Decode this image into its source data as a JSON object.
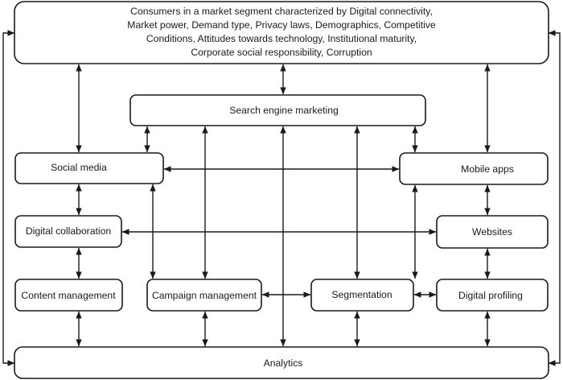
{
  "nodes": {
    "consumers": {
      "lines": [
        "Consumers in a market segment characterized by Digital connectivity,",
        "Market power, Demand type, Privacy laws, Demographics, Competitive",
        "Conditions, Attitudes towards technology, Institutional maturity,",
        "Corporate social responsibility, Corruption"
      ]
    },
    "search_engine_marketing": {
      "label": "Search engine marketing"
    },
    "social_media": {
      "label": "Social media"
    },
    "mobile_apps": {
      "label": "Mobile apps"
    },
    "digital_collaboration": {
      "label": "Digital collaboration"
    },
    "websites": {
      "label": "Websites"
    },
    "content_management": {
      "label": "Content management"
    },
    "campaign_management": {
      "label": "Campaign management"
    },
    "segmentation": {
      "label": "Segmentation"
    },
    "digital_profiling": {
      "label": "Digital profiling"
    },
    "analytics": {
      "label": "Analytics"
    }
  },
  "edges": [
    {
      "from": "consumers",
      "to": "social_media",
      "bidirectional": true
    },
    {
      "from": "consumers",
      "to": "search_engine_marketing",
      "bidirectional": true
    },
    {
      "from": "consumers",
      "to": "mobile_apps",
      "bidirectional": true
    },
    {
      "from": "consumers",
      "to": "analytics",
      "bidirectional": true
    },
    {
      "from": "search_engine_marketing",
      "to": "social_media",
      "bidirectional": true
    },
    {
      "from": "search_engine_marketing",
      "to": "mobile_apps",
      "bidirectional": true
    },
    {
      "from": "search_engine_marketing",
      "to": "campaign_management",
      "bidirectional": true
    },
    {
      "from": "search_engine_marketing",
      "to": "segmentation",
      "bidirectional": true
    },
    {
      "from": "search_engine_marketing",
      "to": "analytics",
      "bidirectional": true
    },
    {
      "from": "social_media",
      "to": "mobile_apps",
      "bidirectional": true
    },
    {
      "from": "social_media",
      "to": "digital_collaboration",
      "bidirectional": true
    },
    {
      "from": "social_media",
      "to": "campaign_management",
      "bidirectional": true
    },
    {
      "from": "mobile_apps",
      "to": "websites",
      "bidirectional": true
    },
    {
      "from": "mobile_apps",
      "to": "segmentation",
      "bidirectional": true
    },
    {
      "from": "digital_collaboration",
      "to": "websites",
      "bidirectional": true
    },
    {
      "from": "digital_collaboration",
      "to": "content_management",
      "bidirectional": true
    },
    {
      "from": "websites",
      "to": "digital_profiling",
      "bidirectional": true
    },
    {
      "from": "campaign_management",
      "to": "segmentation",
      "bidirectional": true
    },
    {
      "from": "segmentation",
      "to": "digital_profiling",
      "bidirectional": true
    },
    {
      "from": "content_management",
      "to": "analytics",
      "bidirectional": true
    },
    {
      "from": "campaign_management",
      "to": "analytics",
      "bidirectional": true
    },
    {
      "from": "segmentation",
      "to": "analytics",
      "bidirectional": true
    },
    {
      "from": "digital_profiling",
      "to": "analytics",
      "bidirectional": true
    }
  ]
}
